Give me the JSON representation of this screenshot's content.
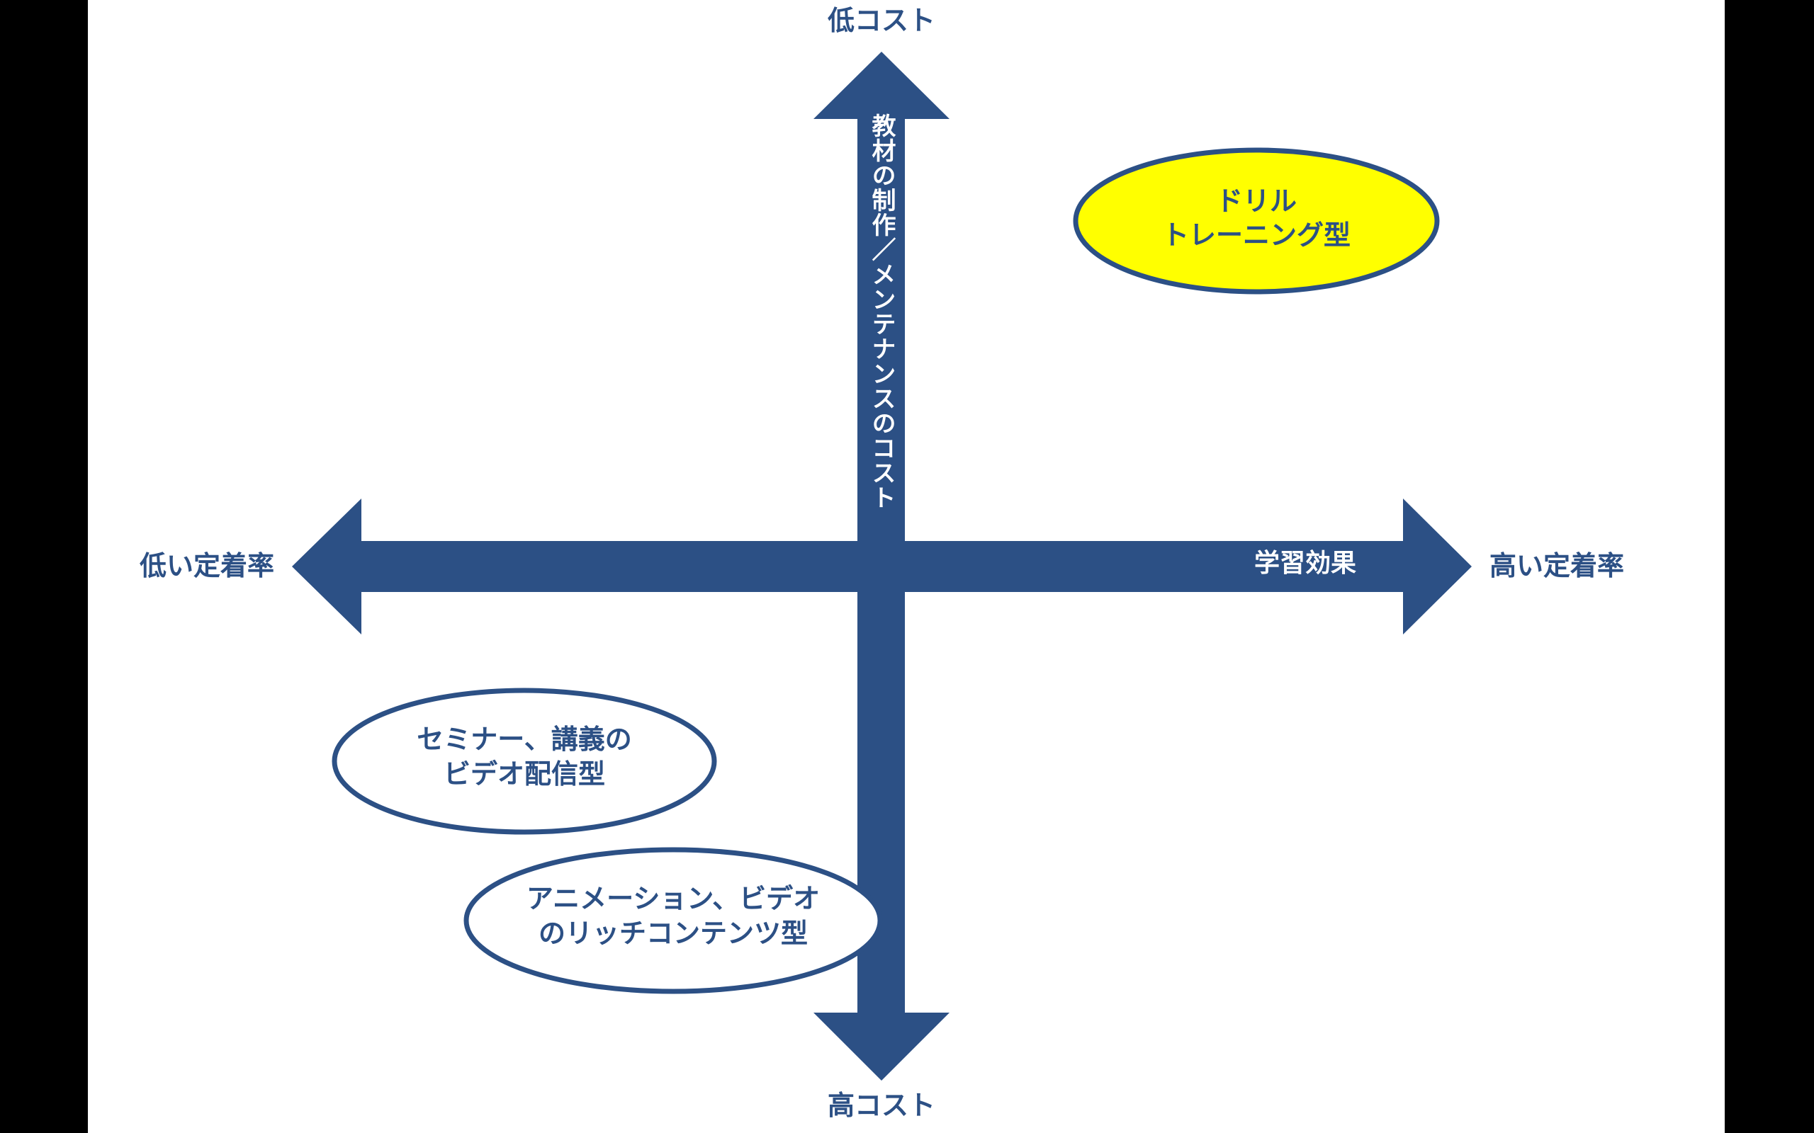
{
  "diagram": {
    "axis_labels": {
      "top": "低コスト",
      "bottom": "高コスト",
      "left": "低い定着率",
      "right": "高い定着率"
    },
    "vertical_axis_title": "教材の制作／メンテナンスのコスト",
    "horizontal_axis_title": "学習効果",
    "items": [
      {
        "line1": "ドリル",
        "line2": "トレーニング型",
        "highlight": true
      },
      {
        "line1": "セミナー、講義の",
        "line2": "ビデオ配信型",
        "highlight": false
      },
      {
        "line1": "アニメーション、ビデオ",
        "line2": "のリッチコンテンツ型",
        "highlight": false
      }
    ]
  },
  "colors": {
    "arrow": "#2c5085",
    "text": "#2c5085",
    "panel": "#ffffff",
    "highlight_fill": "#ffff00",
    "outside": "#000000"
  }
}
